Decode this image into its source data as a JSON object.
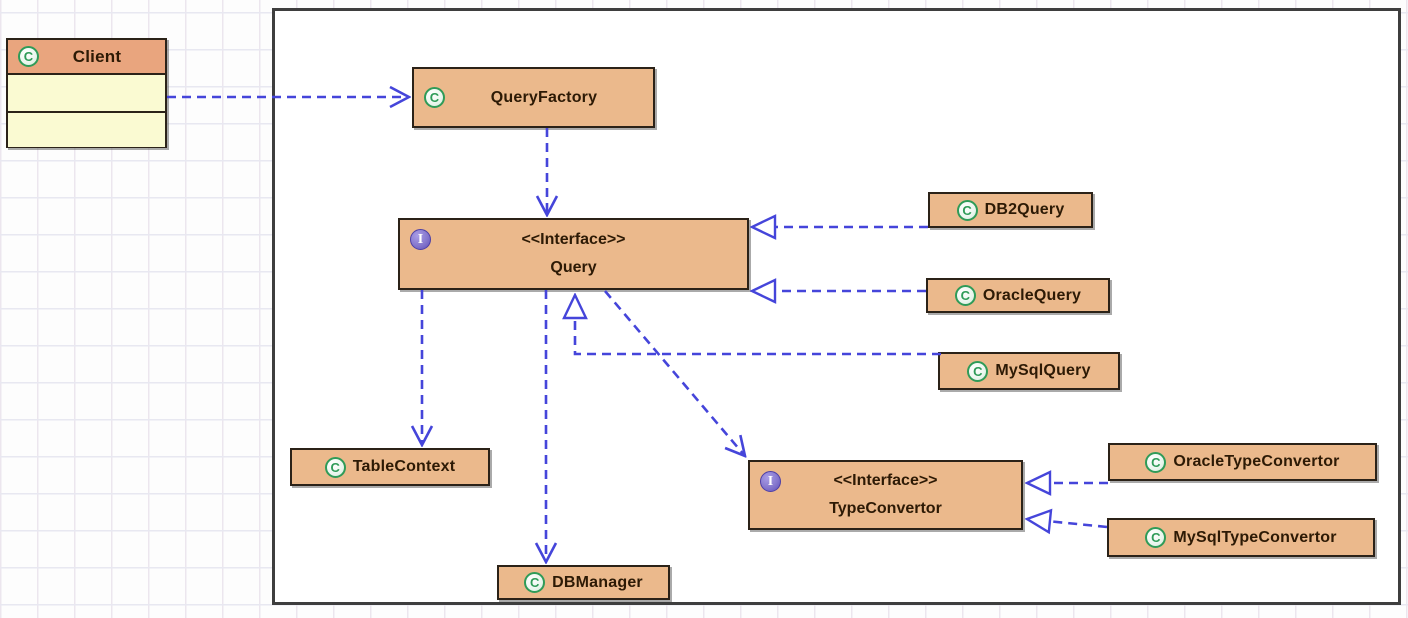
{
  "diagram_type": "uml-class-diagram",
  "icons": {
    "class_badge": "C",
    "interface_badge": "I"
  },
  "nodes": {
    "client": {
      "kind": "class",
      "label": "Client"
    },
    "query_factory": {
      "kind": "class",
      "label": "QueryFactory"
    },
    "query": {
      "kind": "interface",
      "stereotype": "<<Interface>>",
      "label": "Query"
    },
    "db2_query": {
      "kind": "class",
      "label": "DB2Query"
    },
    "oracle_query": {
      "kind": "class",
      "label": "OracleQuery"
    },
    "mysql_query": {
      "kind": "class",
      "label": "MySqlQuery"
    },
    "table_context": {
      "kind": "class",
      "label": "TableContext"
    },
    "db_manager": {
      "kind": "class",
      "label": "DBManager"
    },
    "type_convertor": {
      "kind": "interface",
      "stereotype": "<<Interface>>",
      "label": "TypeConvertor"
    },
    "oracle_type_convertor": {
      "kind": "class",
      "label": "OracleTypeConvertor"
    },
    "mysql_type_convertor": {
      "kind": "class",
      "label": "MySqlTypeConvertor"
    }
  },
  "relationships": [
    {
      "from": "Client",
      "to": "QueryFactory",
      "type": "dependency",
      "line": "dashed"
    },
    {
      "from": "QueryFactory",
      "to": "Query",
      "type": "dependency",
      "line": "dashed"
    },
    {
      "from": "DB2Query",
      "to": "Query",
      "type": "realization",
      "line": "dashed"
    },
    {
      "from": "OracleQuery",
      "to": "Query",
      "type": "realization",
      "line": "dashed"
    },
    {
      "from": "MySqlQuery",
      "to": "Query",
      "type": "realization",
      "line": "dashed"
    },
    {
      "from": "Query",
      "to": "TableContext",
      "type": "dependency",
      "line": "dashed"
    },
    {
      "from": "Query",
      "to": "DBManager",
      "type": "dependency",
      "line": "dashed"
    },
    {
      "from": "Query",
      "to": "TypeConvertor",
      "type": "dependency",
      "line": "dashed"
    },
    {
      "from": "OracleTypeConvertor",
      "to": "TypeConvertor",
      "type": "realization",
      "line": "dashed"
    },
    {
      "from": "MySqlTypeConvertor",
      "to": "TypeConvertor",
      "type": "realization",
      "line": "dashed"
    }
  ],
  "colors": {
    "class_fill": "#ebb98c",
    "client_header_fill": "#e9a57e",
    "client_compartment_fill": "#fafad2",
    "arrow_blue": "#4545da",
    "box_border": "#2b2218",
    "frame_border": "#3e3e3e",
    "class_icon_green": "#2f9b58",
    "interface_icon_purple": "#8678ce"
  }
}
